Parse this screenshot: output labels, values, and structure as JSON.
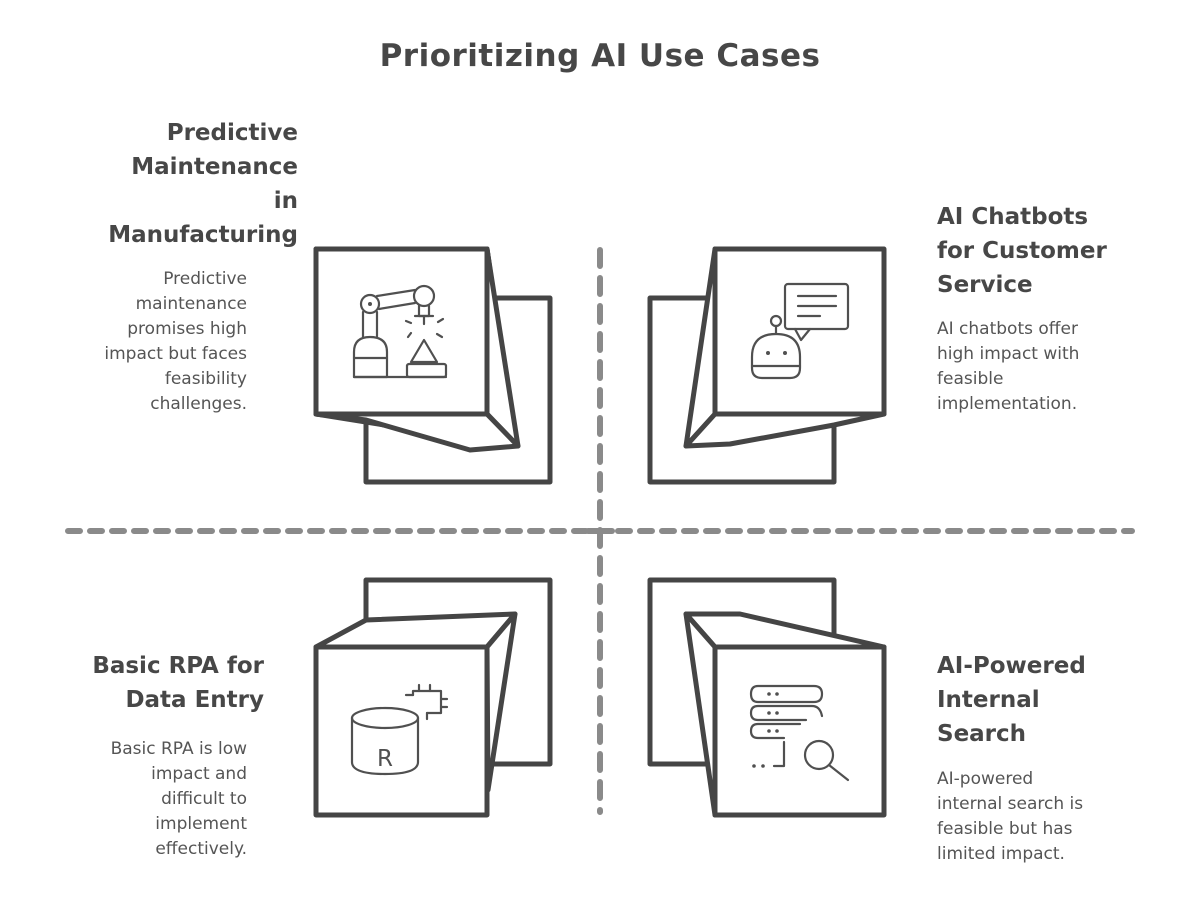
{
  "title": "Prioritizing AI Use Cases",
  "quadrants": [
    {
      "position": "top-left",
      "title_lines": [
        "Predictive",
        "Maintenance",
        "in",
        "Manufacturing"
      ],
      "description_lines": [
        "Predictive",
        "maintenance",
        "promises high",
        "impact but faces",
        "feasibility",
        "challenges."
      ],
      "icon": "robot-arm-icon"
    },
    {
      "position": "top-right",
      "title_lines": [
        "AI Chatbots",
        "for Customer",
        "Service"
      ],
      "description_lines": [
        "AI chatbots offer",
        "high impact with",
        "feasible",
        "implementation."
      ],
      "icon": "chatbot-icon"
    },
    {
      "position": "bottom-left",
      "title_lines": [
        "Basic RPA for",
        "Data Entry"
      ],
      "description_lines": [
        "Basic RPA is low",
        "impact and",
        "difficult to",
        "implement",
        "effectively."
      ],
      "icon": "rpa-database-icon",
      "icon_letter": "R"
    },
    {
      "position": "bottom-right",
      "title_lines": [
        "AI-Powered",
        "Internal",
        "Search"
      ],
      "description_lines": [
        "AI-powered",
        "internal search is",
        "feasible but has",
        "limited impact."
      ],
      "icon": "server-search-icon"
    }
  ]
}
